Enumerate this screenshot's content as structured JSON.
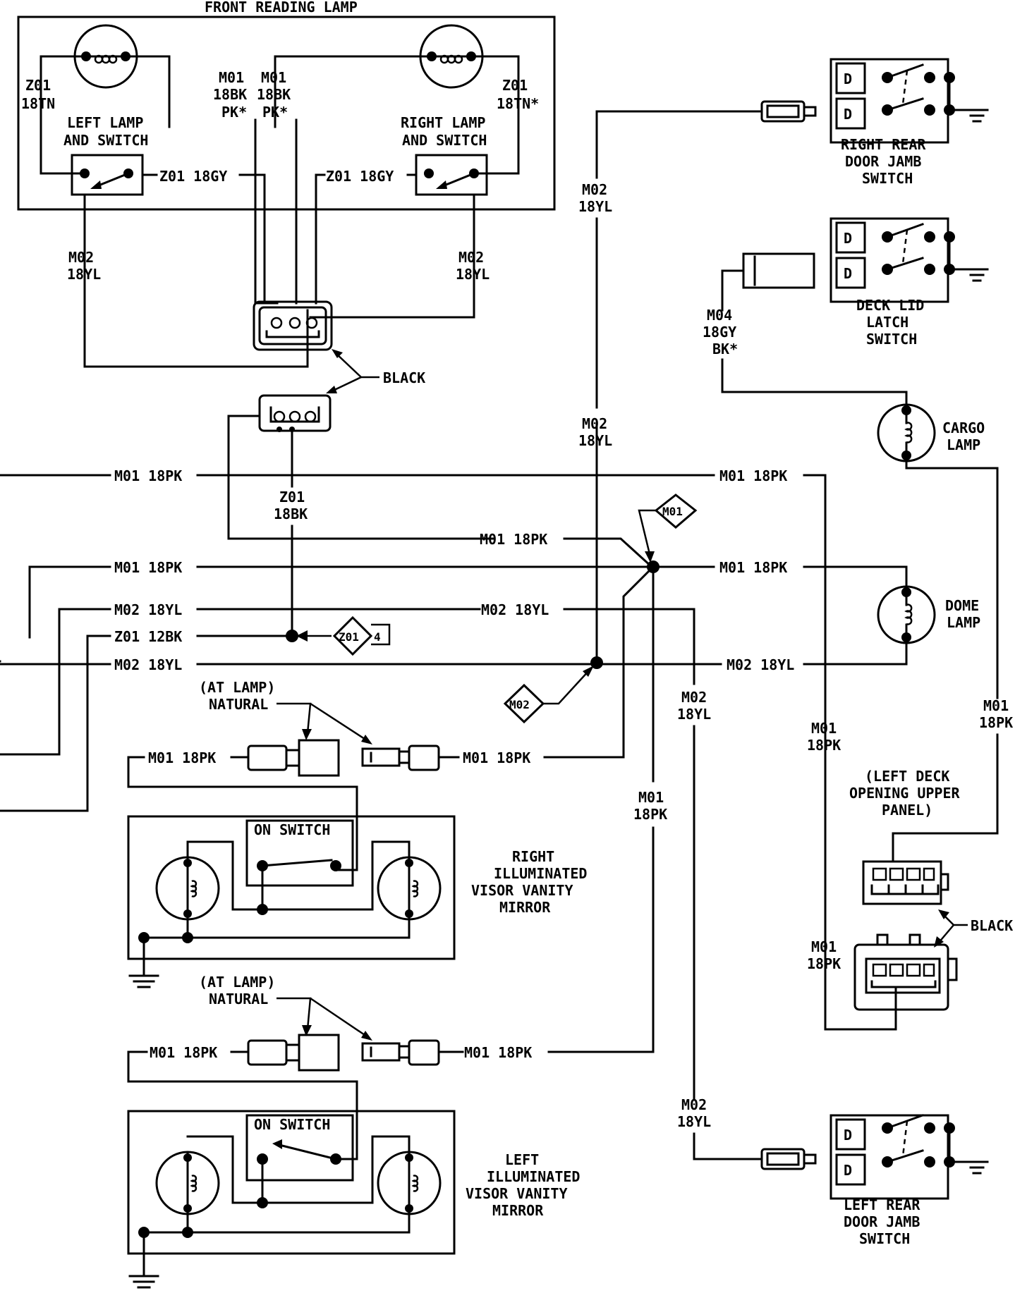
{
  "front_reading_lamp": {
    "title": "FRONT READING LAMP",
    "left_lamp": [
      "LEFT LAMP",
      "AND SWITCH"
    ],
    "right_lamp": [
      "RIGHT LAMP",
      "AND SWITCH"
    ],
    "z01_18tn_l": [
      "Z01",
      "18TN"
    ],
    "z01_18tn_r": [
      "Z01",
      "18TN*"
    ],
    "m01_18bk_pk_a": [
      "M01",
      "18BK",
      "PK*"
    ],
    "m01_18bk_pk_b": [
      "M01",
      "18BK",
      "PK*"
    ],
    "z01_18gy_l": "Z01 18GY",
    "z01_18gy_r": "Z01 18GY",
    "m02_18yl_l": [
      "M02",
      "18YL"
    ],
    "m02_18yl_r": [
      "M02",
      "18YL"
    ]
  },
  "connector_black": "BLACK",
  "z01_18bk": [
    "Z01",
    "18BK"
  ],
  "wires": {
    "m01_18pk": "M01 18PK",
    "m02_18yl": "M02 18YL",
    "z01_12bk": "Z01 12BK",
    "m02_18yl_v1": [
      "M02",
      "18YL"
    ],
    "m02_18yl_v2": [
      "M02",
      "18YL"
    ],
    "m02_18yl_v3": [
      "M02",
      "18YL"
    ],
    "m02_18yl_v4": [
      "M02",
      "18YL"
    ],
    "m01_18pk_v1": [
      "M01",
      "18PK"
    ],
    "m01_18pk_v2": [
      "M01",
      "18PK"
    ],
    "m01_18pk_v3": [
      "M01",
      "18PK"
    ],
    "m01_18pk_v4": [
      "M01",
      "18PK"
    ],
    "m04": [
      "M04",
      "18GY",
      "BK*"
    ]
  },
  "splices": {
    "m01": "M01",
    "m02": "M02",
    "z01": "Z01",
    "z01_num": "4"
  },
  "right_rear_door_jamb_switch": [
    "RIGHT REAR",
    "DOOR JAMB",
    "SWITCH"
  ],
  "deck_lid_latch_switch": [
    "DECK LID",
    "LATCH",
    "SWITCH"
  ],
  "cargo_lamp": [
    "CARGO",
    "LAMP"
  ],
  "dome_lamp": [
    "DOME",
    "LAMP"
  ],
  "left_deck_panel": [
    "(LEFT DECK",
    "OPENING UPPER",
    "PANEL)"
  ],
  "black_connector_right": "BLACK",
  "at_lamp_natural": [
    "(AT LAMP)",
    "NATURAL"
  ],
  "on_switch": "ON SWITCH",
  "right_visor_mirror": [
    "RIGHT",
    "ILLUMINATED",
    "VISOR VANITY",
    "MIRROR"
  ],
  "left_visor_mirror": [
    "LEFT",
    "ILLUMINATED",
    "VISOR VANITY",
    "MIRROR"
  ],
  "left_rear_door_jamb_switch": [
    "LEFT REAR",
    "DOOR JAMB",
    "SWITCH"
  ],
  "switch_terminal": "D"
}
